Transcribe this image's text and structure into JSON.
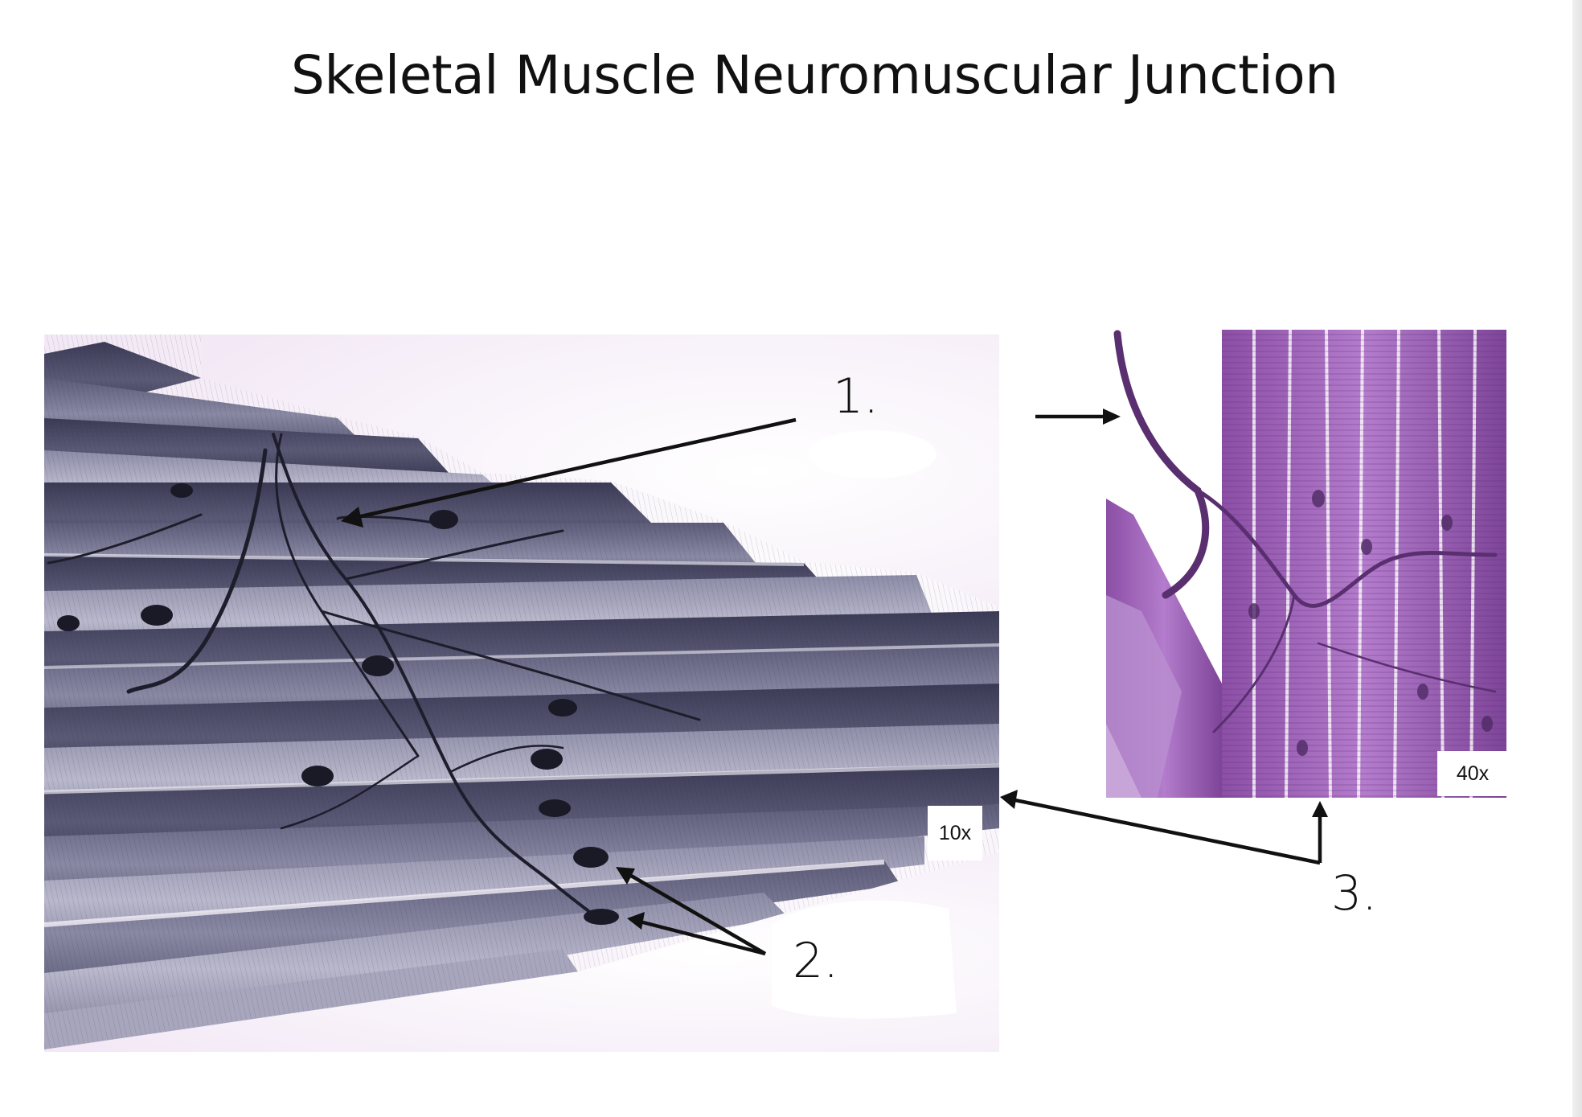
{
  "title": "Skeletal Muscle Neuromuscular Junction",
  "labels": {
    "one": "1.",
    "two": "2.",
    "three": "3."
  },
  "magnifications": {
    "left_image": "10x",
    "right_image": "40x"
  },
  "colors": {
    "left_stain": "#4a4862",
    "right_stain": "#8a52a8",
    "background_tint": "#f7eefa"
  }
}
